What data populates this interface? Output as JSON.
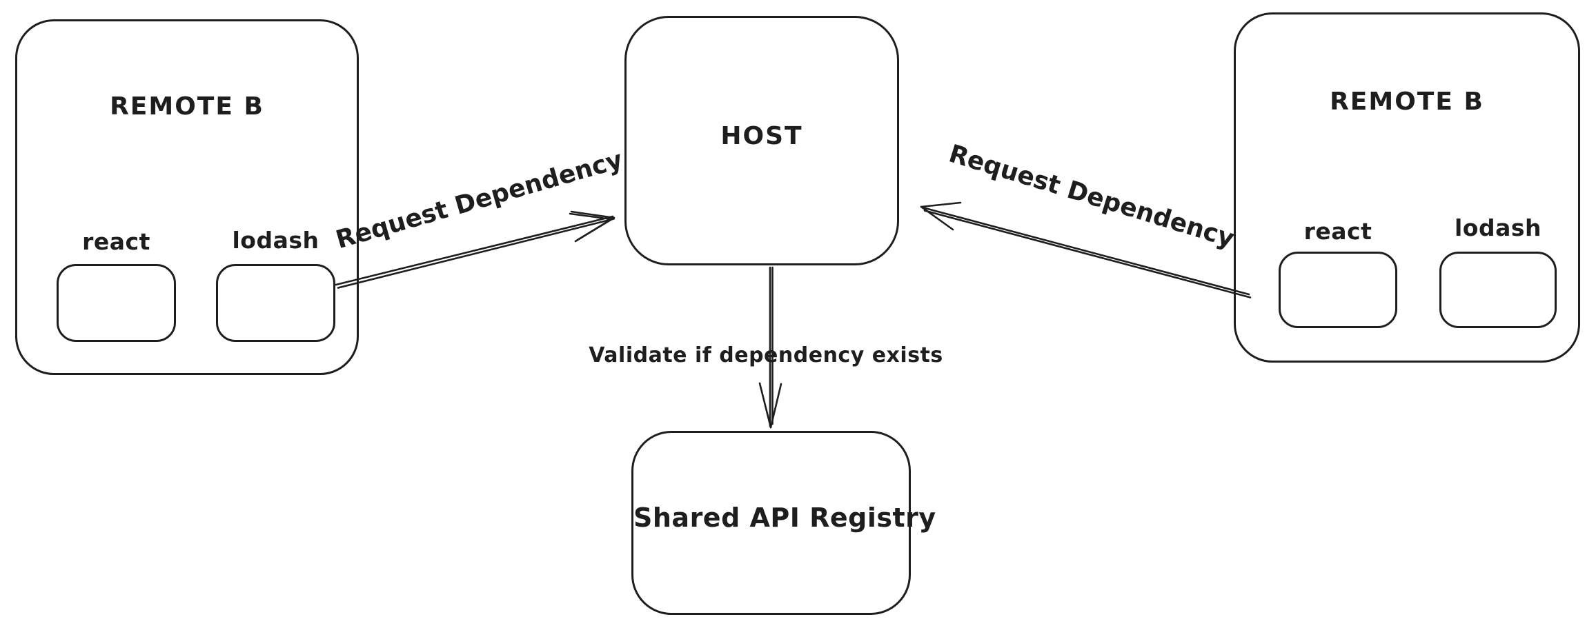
{
  "colors": {
    "background": "#ffffff",
    "stroke": "#1e1e1e"
  },
  "nodes": {
    "remote_left": {
      "title": "REMOTE B",
      "packages": {
        "react": "react",
        "lodash": "lodash"
      }
    },
    "host": {
      "title": "HOST"
    },
    "remote_right": {
      "title": "REMOTE B",
      "packages": {
        "react": "react",
        "lodash": "lodash"
      }
    },
    "registry": {
      "title": "Shared API Registry"
    }
  },
  "edges": {
    "request_left": {
      "label": "Request Dependency",
      "from": "REMOTE B (left) lodash",
      "to": "HOST"
    },
    "request_right": {
      "label": "Request Dependency",
      "from": "REMOTE B (right) react",
      "to": "HOST"
    },
    "validate": {
      "label": "Validate if dependency exists",
      "from": "HOST",
      "to": "Shared API Registry"
    }
  }
}
